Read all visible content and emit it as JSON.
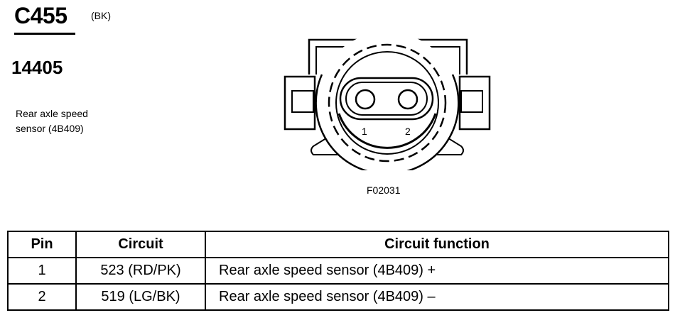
{
  "connector": {
    "id": "C455",
    "color": "(BK)",
    "part_number": "14405",
    "description_line1": "Rear axle speed",
    "description_line2": "sensor (4B409)",
    "figure_code": "F02031",
    "pin_labels": [
      "1",
      "2"
    ]
  },
  "table": {
    "headers": [
      "Pin",
      "Circuit",
      "Circuit function"
    ],
    "rows": [
      {
        "pin": "1",
        "circuit": "523 (RD/PK)",
        "function": "Rear axle speed sensor (4B409) +"
      },
      {
        "pin": "2",
        "circuit": "519 (LG/BK)",
        "function": "Rear axle speed sensor (4B409) –"
      }
    ]
  }
}
